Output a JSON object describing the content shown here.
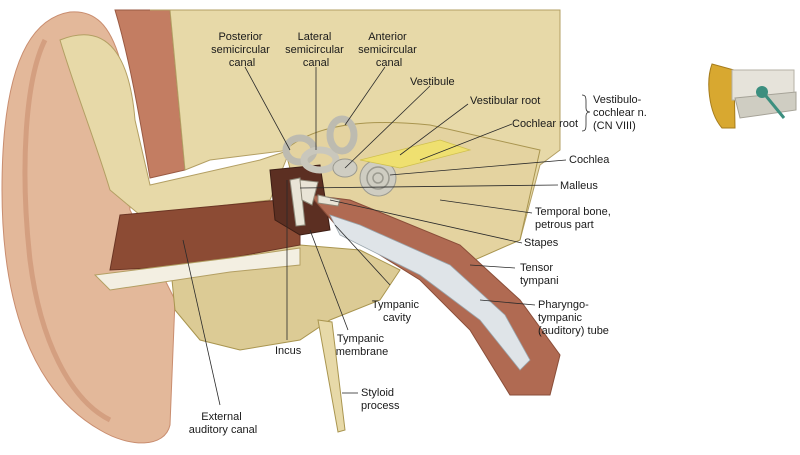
{
  "labels": {
    "posterior_sc": [
      "Posterior",
      "semicircular",
      "canal"
    ],
    "lateral_sc": [
      "Lateral",
      "semicircular",
      "canal"
    ],
    "anterior_sc": [
      "Anterior",
      "semicircular",
      "canal"
    ],
    "vestibule": [
      "Vestibule"
    ],
    "vestibular_root": [
      "Vestibular root"
    ],
    "cochlear_root": [
      "Cochlear root"
    ],
    "vestibulocochlear": [
      "Vestibulo-",
      "cochlear n.",
      "(CN VIII)"
    ],
    "cochlea": [
      "Cochlea"
    ],
    "malleus": [
      "Malleus"
    ],
    "temporal_bone": [
      "Temporal bone,",
      "petrous part"
    ],
    "stapes": [
      "Stapes"
    ],
    "tensor_tympani": [
      "Tensor",
      "tympani"
    ],
    "pharyngotympanic": [
      "Pharyngo-",
      "tympanic",
      "(auditory) tube"
    ],
    "tympanic_cavity": [
      "Tympanic",
      "cavity"
    ],
    "incus": [
      "Incus"
    ],
    "tympanic_membrane": [
      "Tympanic",
      "membrane"
    ],
    "styloid": [
      "Styloid",
      "process"
    ],
    "external_canal": [
      "External",
      "auditory canal"
    ]
  },
  "colors": {
    "skin": "#e3b89a",
    "skin_shadow": "#c98d6f",
    "bone": "#e7d9a8",
    "bone_dark": "#c9b57c",
    "cartilage": "#f3efe2",
    "canal": "#8c4b34",
    "muscle": "#b06a52",
    "inner_ear": "#bdbbb0",
    "nerve": "#efe070"
  }
}
